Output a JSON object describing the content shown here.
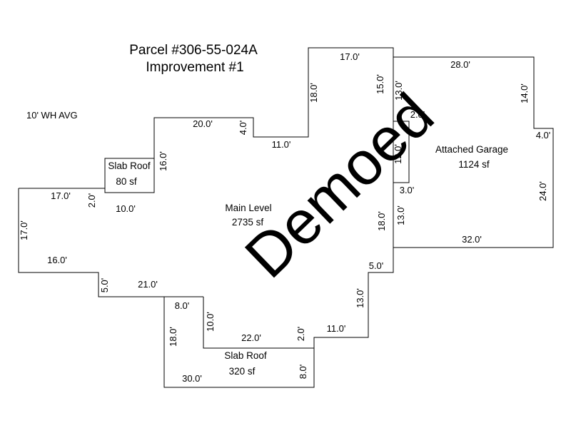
{
  "header": {
    "title_line1": "Parcel #306-55-024A",
    "title_line2": "Improvement #1",
    "wall_note": "10' WH AVG"
  },
  "areas": {
    "slab_roof_small": {
      "name": "Slab Roof",
      "size": "80 sf"
    },
    "main_level": {
      "name": "Main Level",
      "size": "2735 sf"
    },
    "attached_garage": {
      "name": "Attached Garage",
      "size": "1124 sf"
    },
    "slab_roof_large": {
      "name": "Slab Roof",
      "size": "320 sf"
    }
  },
  "dimensions": {
    "d17_top": "17.0'",
    "d28": "28.0'",
    "d15": "15.0'",
    "d13_garage_top": "13.0'",
    "d14": "14.0'",
    "d2_garage": "2.0'",
    "d18_top": "18.0'",
    "d20": "20.0'",
    "d4_left": "4.0'",
    "d11_top": "11.0'",
    "d4_right": "4.0'",
    "d16_slab": "16.0'",
    "d12": "12.0'",
    "d17_left_top": "17.0'",
    "d2_left": "2.0'",
    "d10_left": "10.0'",
    "d3": "3.0'",
    "d24": "24.0'",
    "d17_left_side": "17.0'",
    "d18_mid": "18.0'",
    "d13_mid": "13.0'",
    "d32": "32.0'",
    "d16_bottom": "16.0'",
    "d5_right": "5.0'",
    "d5_left": "5.0'",
    "d21": "21.0'",
    "d13_lower": "13.0'",
    "d8_left": "8.0'",
    "d10_vert": "10.0'",
    "d18_slab": "18.0'",
    "d22": "22.0'",
    "d2_slab": "2.0'",
    "d11_lower": "11.0'",
    "d8_right": "8.0'",
    "d30": "30.0'"
  },
  "stamp": {
    "text": "Demoed",
    "color": "#ff0000"
  }
}
